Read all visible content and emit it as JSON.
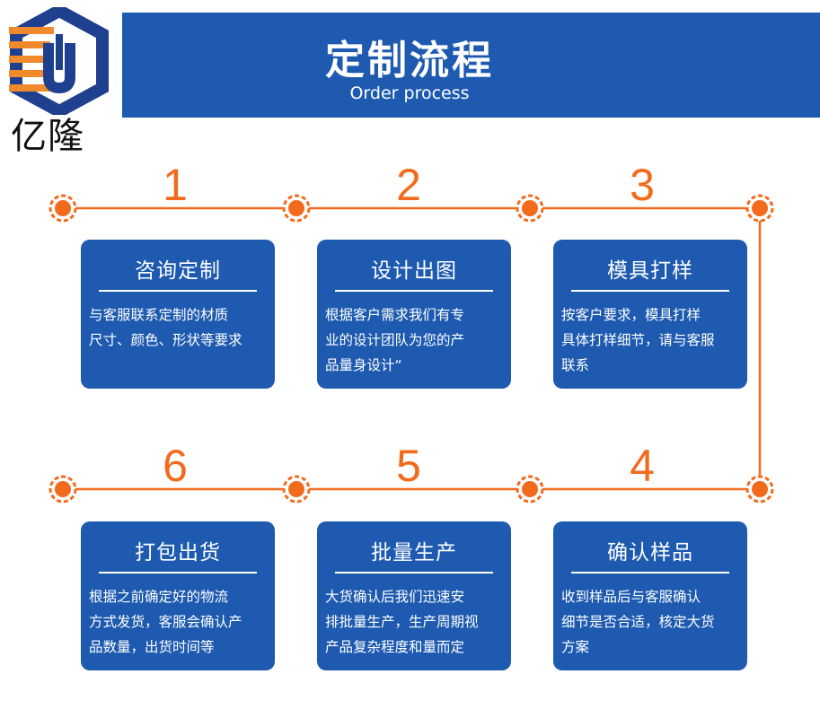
{
  "logo": {
    "icon": "yilong-hexagon-logo",
    "text": "亿隆"
  },
  "banner": {
    "title": "定制流程",
    "subtitle": "Order process"
  },
  "colors": {
    "accent": "#f26b1d",
    "primary": "#1d5ab0"
  },
  "steps": [
    {
      "number": "1",
      "title": "咨询定制",
      "desc_lines": [
        "与客服联系定制的材质",
        "尺寸、颜色、形状等要求"
      ]
    },
    {
      "number": "2",
      "title": "设计出图",
      "desc_lines": [
        "根据客户需求我们有专",
        "业的设计团队为您的产",
        "品量身设计“"
      ]
    },
    {
      "number": "3",
      "title": "模具打样",
      "desc_lines": [
        "按客户要求，模具打样",
        "具体打样细节，请与客服",
        "联系"
      ]
    },
    {
      "number": "4",
      "title": "确认样品",
      "desc_lines": [
        "收到样品后与客服确认",
        "细节是否合适，核定大货",
        "方案"
      ]
    },
    {
      "number": "5",
      "title": "批量生产",
      "desc_lines": [
        "大货确认后我们迅速安",
        "排批量生产，生产周期视",
        "产品复杂程度和量而定"
      ]
    },
    {
      "number": "6",
      "title": "打包出货",
      "desc_lines": [
        "根据之前确定好的物流",
        "方式发货，客服会确认产",
        "品数量，出货时间等"
      ]
    }
  ]
}
